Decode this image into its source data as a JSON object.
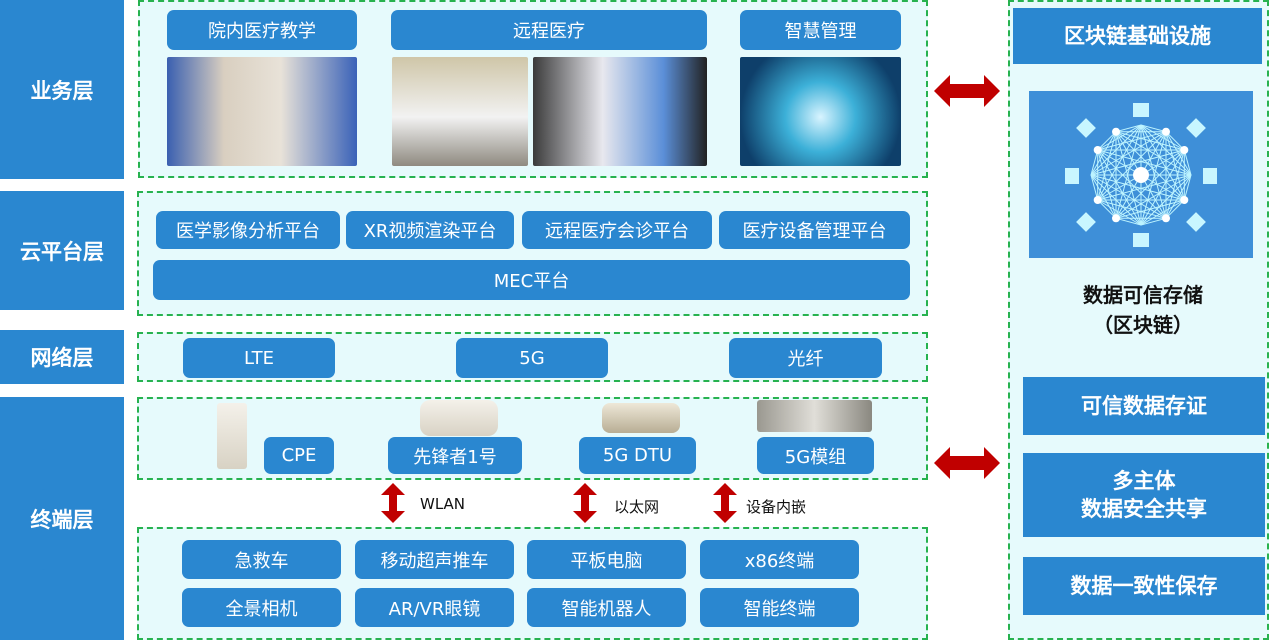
{
  "layers": {
    "business": "业务层",
    "cloud": "云平台层",
    "network": "网络层",
    "terminal": "终端层"
  },
  "business": {
    "items": [
      "院内医疗教学",
      "远程医疗",
      "智慧管理"
    ]
  },
  "cloud": {
    "platforms": [
      "医学影像分析平台",
      "XR视频渲染平台",
      "远程医疗会诊平台",
      "医疗设备管理平台"
    ],
    "mec": "MEC平台"
  },
  "network": {
    "items": [
      "LTE",
      "5G",
      "光纤"
    ]
  },
  "terminal": {
    "devices": [
      "CPE",
      "先锋者1号",
      "5G DTU",
      "5G模组"
    ],
    "links": [
      "WLAN",
      "以太网",
      "设备内嵌"
    ],
    "endpoints": [
      "急救车",
      "移动超声推车",
      "平板电脑",
      "x86终端",
      "全景相机",
      "AR/VR眼镜",
      "智能机器人",
      "智能终端"
    ]
  },
  "blockchain": {
    "title": "区块链基础设施",
    "storage_line1": "数据可信存储",
    "storage_line2": "（区块链）",
    "functions": [
      "可信数据存证",
      "多主体\n数据安全共享",
      "数据一致性保存"
    ]
  },
  "colors": {
    "blue": "#2a87d0",
    "panel": "#e6fafc",
    "dash": "#27b24f",
    "arrow": "#c00000"
  }
}
